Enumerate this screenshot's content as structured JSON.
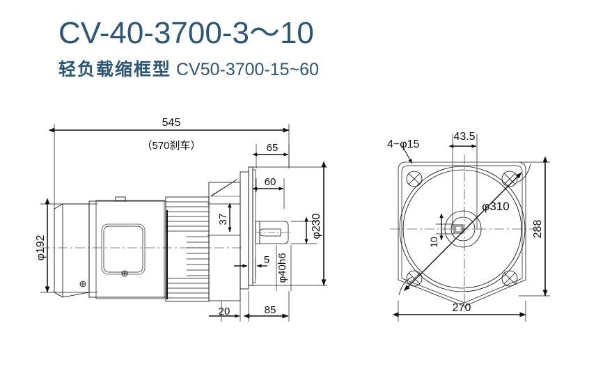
{
  "header": {
    "main_title": "CV-40-3700-3～10",
    "sub_title_cn": "轻负载缩框型",
    "sub_title_en": "CV50-3700-15~60",
    "accent_color": "#2c5677"
  },
  "drawing": {
    "background": "#ffffff",
    "line_color": "#111111",
    "side_view": {
      "name": "side-view",
      "dimensions": {
        "overall_length": "545",
        "brake_note": "（570刹车）",
        "motor_diameter": "φ192",
        "flange_offset": "65",
        "shaft_length": "60",
        "shaft_center_height": "37",
        "flange_thickness": "5",
        "flange_diameter": "φ230",
        "shaft_diameter": "φ40h6",
        "box_offset": "20",
        "gearbox_length": "85"
      }
    },
    "front_view": {
      "name": "front-view",
      "dimensions": {
        "bolt_holes": "4−φ15",
        "keyway_offset": "43.5",
        "bolt_circle": "φ310",
        "keyway_width": "10",
        "plate_height": "288",
        "plate_width": "270"
      }
    }
  }
}
